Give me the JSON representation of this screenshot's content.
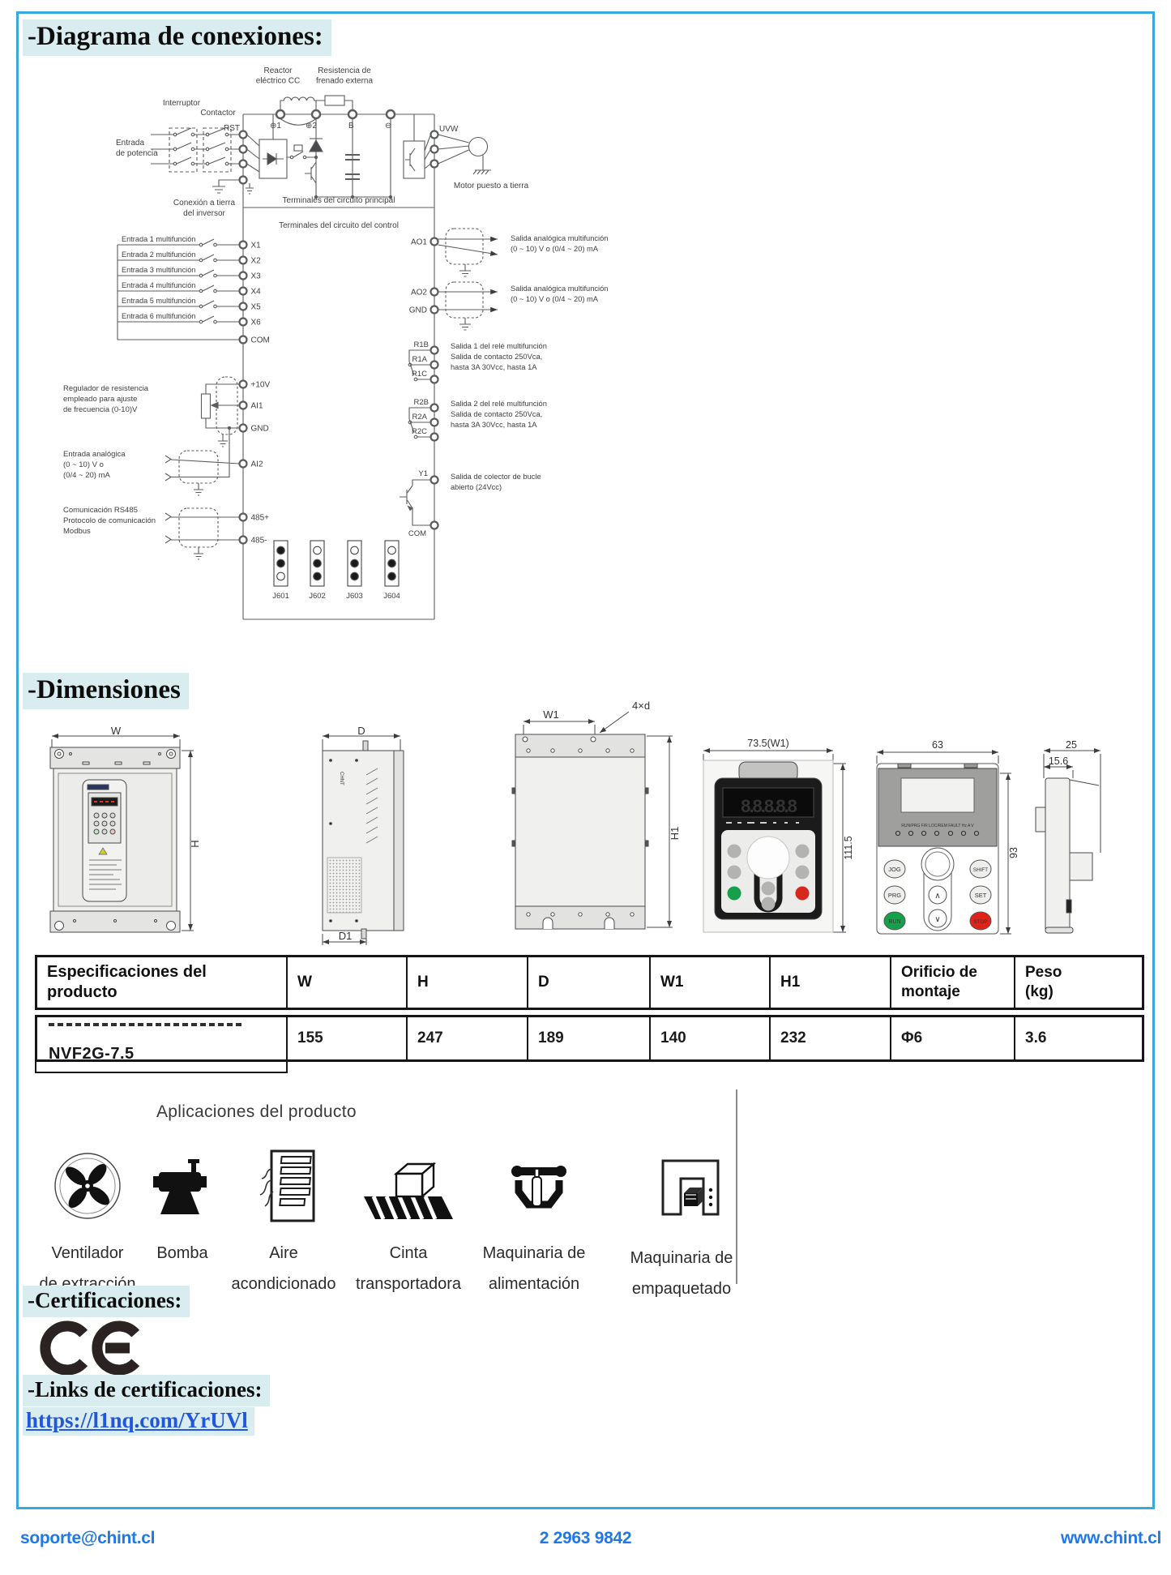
{
  "headings": {
    "connections": "-Diagrama de conexiones:",
    "dimensions": "-Dimensiones",
    "certifications": "-Certificaciones:",
    "cert_links": "-Links de certificaciones:"
  },
  "cert": {
    "mark": "CE"
  },
  "link": {
    "url": "https://l1nq.com/YrUVl"
  },
  "footer": {
    "email": "soporte@chint.cl",
    "phone": "2 2963 9842",
    "website": "www.chint.cl"
  },
  "colors": {
    "frame_blue": "#36a9e1",
    "heading_highlight": "#d9ecef",
    "link_blue": "#2156de",
    "footer_blue": "#1e78e8",
    "run_green": "#17a04c",
    "stop_red": "#e02318",
    "display_red": "#ff3322"
  },
  "diagram": {
    "top": {
      "reactor": [
        "Reactor",
        "eléctrico CC"
      ],
      "resistor": [
        "Resistencia de",
        "frenado externa"
      ]
    },
    "left": {
      "interruptor": "Interruptor",
      "contactor": "Contactor",
      "power_in": [
        "Entrada",
        "de potencia"
      ],
      "ground": [
        "Conexión a tierra",
        "del inversor"
      ]
    },
    "bus": {
      "p1": "⊕1",
      "p2": "⊕2",
      "b": "B",
      "minus": "⊖"
    },
    "rst": "RST",
    "uvw": "UVW",
    "motor_ground": "Motor puesto a tierra",
    "sections": {
      "main": "Terminales del circuito principal",
      "control": "Terminales del circuito del control"
    },
    "inputs": [
      {
        "label": "Entrada 1 multifunción",
        "t": "X1"
      },
      {
        "label": "Entrada 2 multifunción",
        "t": "X2"
      },
      {
        "label": "Entrada 3 multifunción",
        "t": "X3"
      },
      {
        "label": "Entrada 4 multifunción",
        "t": "X4"
      },
      {
        "label": "Entrada 5 multifunción",
        "t": "X5"
      },
      {
        "label": "Entrada 6 multifunción",
        "t": "X6"
      }
    ],
    "com": "COM",
    "analog": {
      "pot_label": [
        "Regulador de resistencia",
        "empleado para ajuste",
        "de frecuencia (0-10)V"
      ],
      "t_10v": "+10V",
      "t_ai1": "AI1",
      "t_gnd": "GND",
      "t_ai2": "AI2",
      "ai2_label": [
        "Entrada analógica",
        "(0 ~ 10) V o",
        "(0/4 ~ 20) mA"
      ],
      "rs485_label": [
        "Comunicación RS485",
        "Protocolo de comunicación",
        "Modbus"
      ],
      "t_485p": "485+",
      "t_485n": "485-"
    },
    "outputs": {
      "t_ao1": "AO1",
      "t_ao2": "AO2",
      "t_gnd": "GND",
      "ao1_desc": [
        "Salida analógica multifunción",
        "(0 ~ 10) V o (0/4 ~ 20) mA"
      ],
      "ao2_desc": [
        "Salida analógica multifunción",
        "(0 ~ 10) V o (0/4 ~ 20) mA"
      ],
      "r1": [
        "R1B",
        "R1A",
        "R1C"
      ],
      "r1_desc": [
        "Salida 1 del relé multifunción",
        "Salida de contacto 250Vca,",
        "hasta 3A 30Vcc, hasta 1A"
      ],
      "r2": [
        "R2B",
        "R2A",
        "R2C"
      ],
      "r2_desc": [
        "Salida 2 del relé multifunción",
        "Salida de contacto 250Vca,",
        "hasta 3A 30Vcc, hasta 1A"
      ],
      "t_y1": "Y1",
      "t_com": "COM",
      "y1_desc": [
        "Salida de colector de bucle",
        "abierto (24Vcc)"
      ]
    },
    "jumpers": [
      "J601",
      "J602",
      "J603",
      "J604"
    ]
  },
  "dims": {
    "front": {
      "w": "W",
      "h": "H"
    },
    "side": {
      "d": "D",
      "d1": "D1",
      "brand": "CHNT"
    },
    "back": {
      "w1": "W1",
      "h1": "H1",
      "holes": "4×d"
    },
    "keypad_photo": {
      "w": "73.5(W1)",
      "h": "111.5",
      "display": "8.8.8.8.8"
    },
    "keypad": {
      "w": "63",
      "h": "93",
      "leds": "RUN/PRG F/R LOC/REM FAULT  Hz  A  V",
      "btn_jog": "JOG",
      "btn_shift": "SHIFT",
      "btn_prg": "PRG",
      "btn_set": "SET",
      "btn_run": "RUN",
      "btn_stop": "STOP",
      "up": "∧",
      "down": "∨"
    },
    "profile": {
      "d25": "25",
      "d156": "15.6"
    }
  },
  "spec_table": {
    "headers": [
      "Especificaciones del producto",
      "W",
      "H",
      "D",
      "W1",
      "H1",
      "Orificio de\nmontaje",
      "Peso\n(kg)"
    ],
    "row": {
      "model": "NVF2G-7.5",
      "values": [
        "155",
        "247",
        "189",
        "140",
        "232",
        "Φ6",
        "3.6"
      ]
    }
  },
  "applications": {
    "title": "Aplicaciones del producto",
    "items": [
      {
        "line1": "Ventilador",
        "line2": "de extracción"
      },
      {
        "line1": "Bomba",
        "line2": ""
      },
      {
        "line1": "Aire",
        "line2": "acondicionado"
      },
      {
        "line1": "Cinta",
        "line2": "transportadora"
      },
      {
        "line1": "Maquinaria de",
        "line2": "alimentación"
      },
      {
        "line1": "Maquinaria de",
        "line2": "empaquetado"
      }
    ]
  }
}
